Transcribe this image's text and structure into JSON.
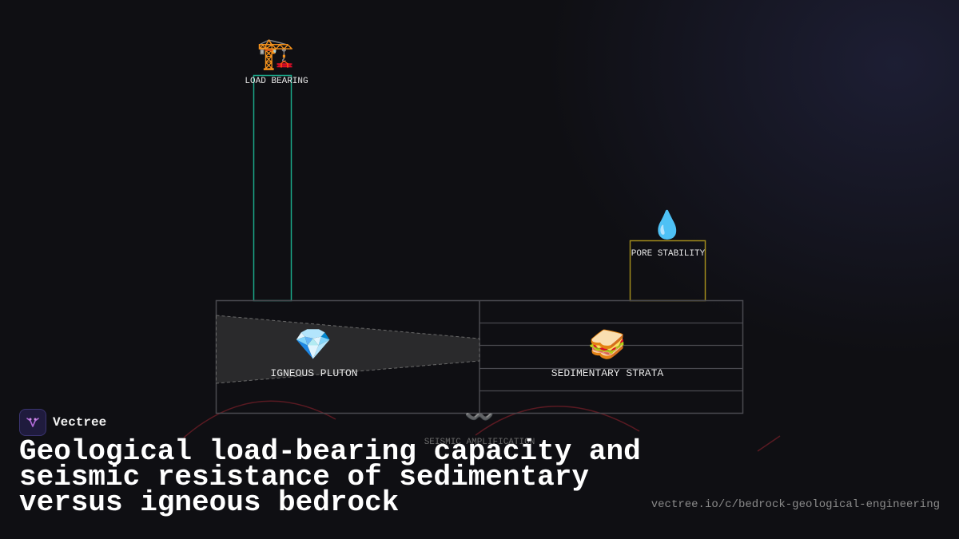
{
  "diagram": {
    "pillar_label": "LOAD BEARING",
    "pillar_icon": "crane-icon",
    "pillar_emoji": "🏗️",
    "pore_label": "PORE STABILITY",
    "pore_icon": "water-drop-icon",
    "pore_emoji": "💧",
    "igneous_label": "IGNEOUS PLUTON",
    "igneous_icon": "gem-icon",
    "igneous_emoji": "💎",
    "sedimentary_label": "SEDIMENTARY STRATA",
    "sedimentary_icon": "sandwich-icon",
    "sedimentary_emoji": "🥪",
    "seismic_label": "SEISMIC AMPLIFICATION",
    "seismic_icon": "wave-icon",
    "seismic_emoji": "〰️",
    "colors": {
      "pillar": "#1aa88a",
      "pore_box": "#a08a1c",
      "outline": "#4a4a50",
      "seismic_arc": "#5a1a22"
    }
  },
  "brand": {
    "name": "Vectree"
  },
  "title": "Geological load-bearing capacity and seismic resistance of sedimentary versus igneous bedrock",
  "source_url": "vectree.io/c/bedrock-geological-engineering"
}
